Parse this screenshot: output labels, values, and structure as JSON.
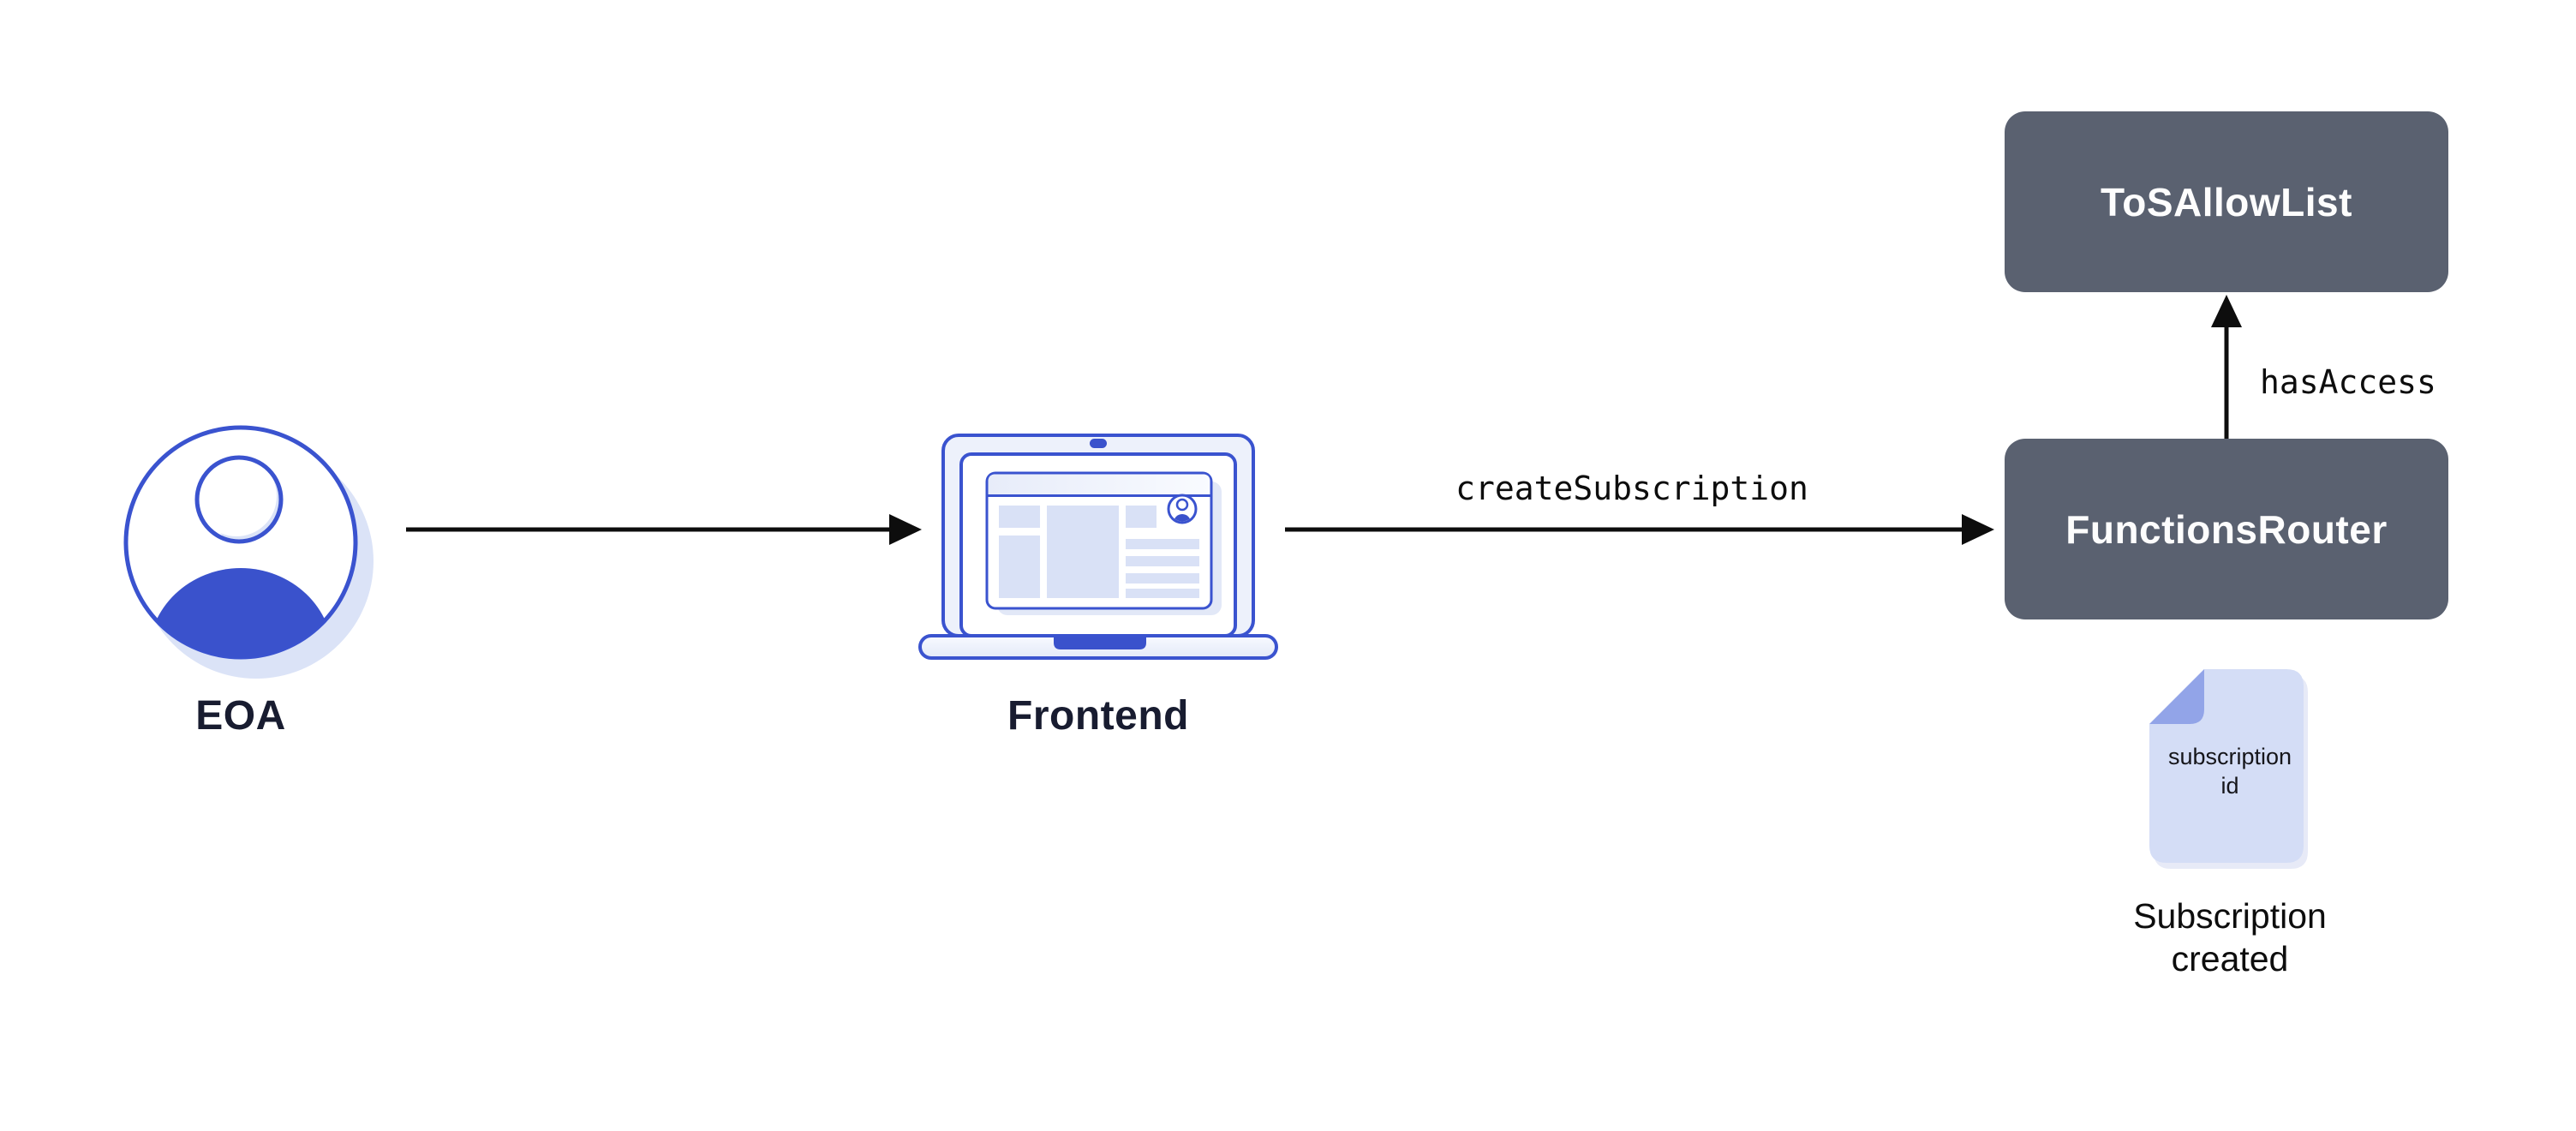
{
  "diagram": {
    "nodes": {
      "eoa": {
        "label": "EOA"
      },
      "frontend": {
        "label": "Frontend"
      },
      "tosAllowList": {
        "label": "ToSAllowList"
      },
      "functionsRouter": {
        "label": "FunctionsRouter"
      },
      "subscriptionDoc": {
        "text": "subscription id",
        "caption": "Subscription created"
      }
    },
    "edges": {
      "eoaToFrontend": {
        "label": ""
      },
      "frontendToRouter": {
        "label": "createSubscription"
      },
      "routerToAllowList": {
        "label": "hasAccess"
      }
    },
    "colors": {
      "accentBlueStroke": "#3a53cf",
      "fillBlue": "#3a52cc",
      "lightLavender": "#dbe3f7",
      "panelFill": "#edf1fb",
      "screenBlockFill": "#d9e1f6",
      "docFill": "#d4ddf6",
      "docFold": "#92a4e8",
      "darkBox": "#5a6170",
      "arrowBlack": "#0d0d0d",
      "labelNavy": "#181c30"
    }
  }
}
